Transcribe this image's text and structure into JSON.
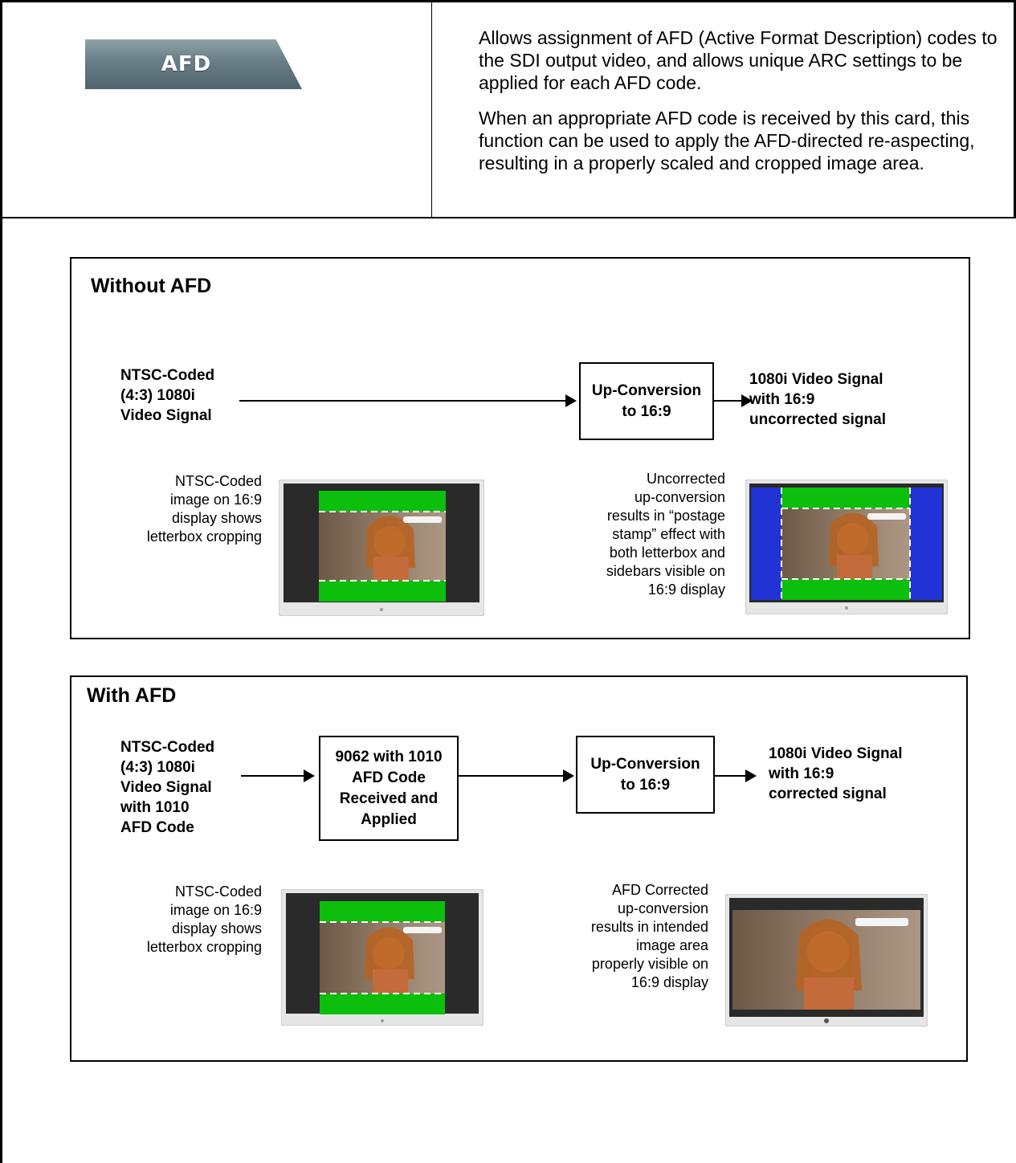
{
  "menu_tab": {
    "label": "AFD"
  },
  "description": [
    "Allows assignment of AFD (Active Format Description) codes to the SDI output video, and allows unique ARC settings to be applied for each AFD code.",
    "When an appropriate AFD code is received by this card, this function can be used to apply the AFD-directed re-aspecting, resulting in a properly scaled and cropped image area."
  ],
  "without_afd": {
    "title": "Without AFD",
    "input": "NTSC-Coded\n(4:3) 1080i\nVideo Signal",
    "process": "Up-Conversion\nto 16:9",
    "output": "1080i Video Signal\nwith 16:9\nuncorrected signal",
    "left_caption": "NTSC-Coded\nimage on 16:9\ndisplay shows\nletterbox cropping",
    "right_caption": "Uncorrected\nup-conversion\nresults in “postage\nstamp” effect with\nboth letterbox and\nsidebars visible on\n16:9 display"
  },
  "with_afd": {
    "title": "With AFD",
    "input": "NTSC-Coded\n(4:3) 1080i\nVideo Signal\nwith 1010\nAFD Code",
    "card": "9062 with 1010\nAFD Code\nReceived and\nApplied",
    "process": "Up-Conversion\nto 16:9",
    "output": "1080i Video Signal\nwith 16:9\ncorrected signal",
    "left_caption": "NTSC-Coded\nimage on 16:9\ndisplay shows\nletterbox cropping",
    "right_caption": "AFD Corrected\nup-conversion\nresults in intended\nimage area\nproperly visible on\n16:9 display"
  },
  "colors": {
    "letterbox_green": "#0cbf0c",
    "sidebar_blue": "#2233d6",
    "bezel": "#2a2a2a",
    "frame": "#e6e6e6"
  }
}
